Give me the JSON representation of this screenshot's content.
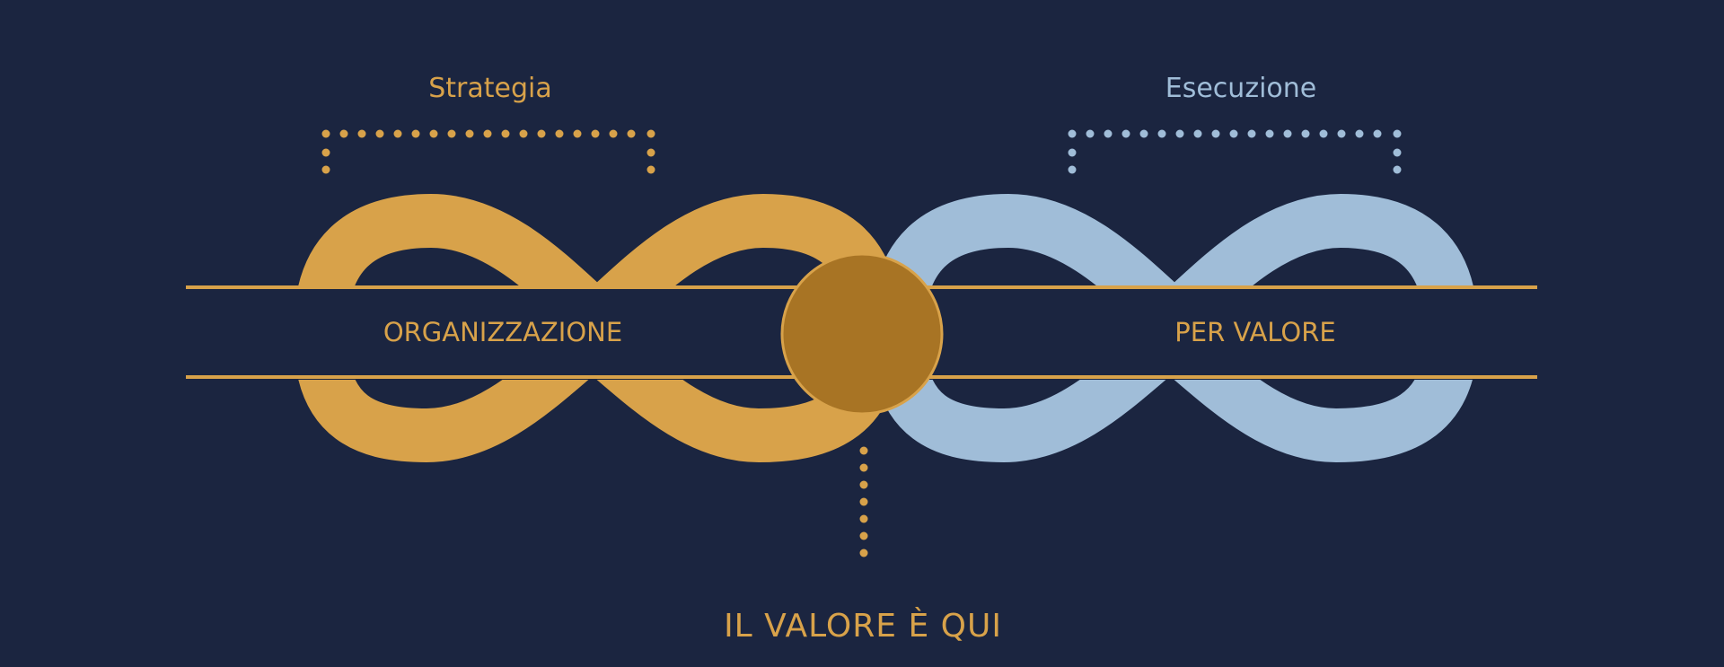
{
  "labels": {
    "strategy": "Strategia",
    "execution": "Esecuzione",
    "organization": "ORGANIZZAZIONE",
    "value": "PER VALORE",
    "value_here": "IL VALORE È QUI"
  },
  "colors": {
    "background": "#1b2540",
    "gold": "#d8a24a",
    "gold_dark": "#a87424",
    "light_blue": "#a0bdd8"
  }
}
